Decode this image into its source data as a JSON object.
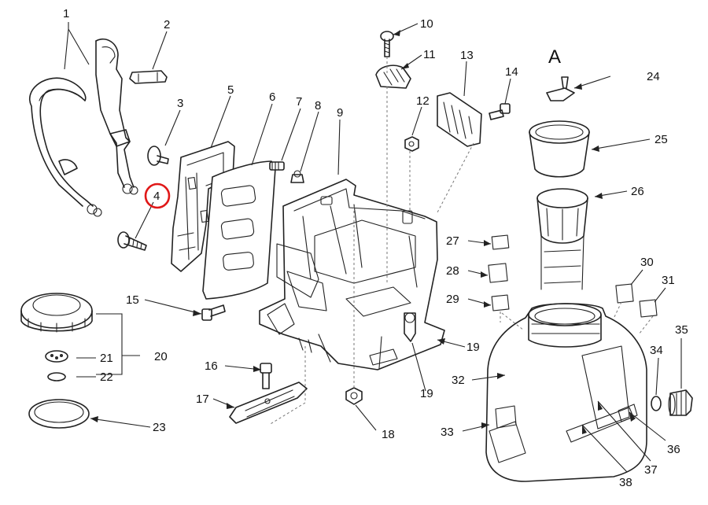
{
  "diagram": {
    "detail_letter": "A",
    "highlighted_callout": "4",
    "highlight_color": "#e01818",
    "line_color": "#222222",
    "callouts": {
      "c1": "1",
      "c2": "2",
      "c3": "3",
      "c4": "4",
      "c5": "5",
      "c6": "6",
      "c7": "7",
      "c8": "8",
      "c9": "9",
      "c10": "10",
      "c11": "11",
      "c12": "12",
      "c13": "13",
      "c14": "14",
      "c15": "15",
      "c16": "16",
      "c17": "17",
      "c18": "18",
      "c19a": "19",
      "c19b": "19",
      "c20": "20",
      "c21": "21",
      "c22": "22",
      "c23": "23",
      "c24": "24",
      "c25": "25",
      "c26": "26",
      "c27": "27",
      "c28": "28",
      "c29": "29",
      "c30": "30",
      "c31": "31",
      "c32": "32",
      "c33": "33",
      "c34": "34",
      "c35": "35",
      "c36": "36",
      "c37": "37",
      "c38": "38"
    }
  }
}
